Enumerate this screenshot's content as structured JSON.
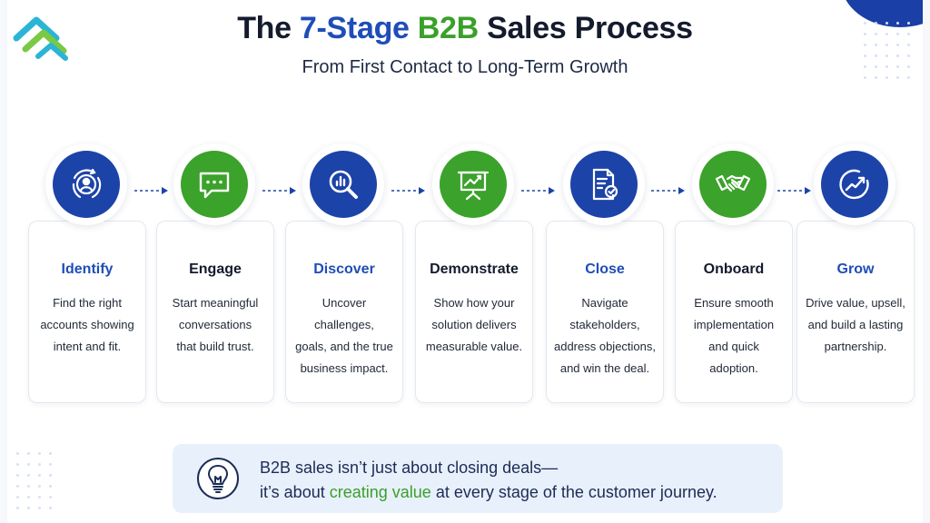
{
  "title": {
    "part1": "The ",
    "part2": "7-Stage",
    "part3": " ",
    "part4": "B2B",
    "part5": " Sales Process"
  },
  "subtitle": "From First Contact to Long-Term Growth",
  "colors": {
    "blue": "#1c43a8",
    "green": "#3ba22b",
    "title_blue": "#1f4db8",
    "title_green": "#3aa02a",
    "panel": "#e8f0fb"
  },
  "stages": [
    {
      "title": "Identify",
      "desc": [
        "Find the right",
        "accounts showing",
        "intent and fit."
      ],
      "icon": "target-user-icon",
      "accent": "blue"
    },
    {
      "title": "Engage",
      "desc": [
        "Start meaningful",
        "conversations",
        "that build trust."
      ],
      "icon": "chat-bubble-icon",
      "accent": "green"
    },
    {
      "title": "Discover",
      "desc": [
        "Uncover challenges,",
        "goals, and the true",
        "business impact."
      ],
      "icon": "magnifier-chart-icon",
      "accent": "blue"
    },
    {
      "title": "Demonstrate",
      "desc": [
        "Show how your",
        "solution delivers",
        "measurable value."
      ],
      "icon": "presentation-board-icon",
      "accent": "green"
    },
    {
      "title": "Close",
      "desc": [
        "Navigate",
        "stakeholders,",
        "address objections,",
        "and win the deal."
      ],
      "icon": "signed-document-icon",
      "accent": "blue"
    },
    {
      "title": "Onboard",
      "desc": [
        "Ensure smooth",
        "implementation",
        "and quick",
        "adoption."
      ],
      "icon": "handshake-icon",
      "accent": "green"
    },
    {
      "title": "Grow",
      "desc": [
        "Drive value, upsell,",
        "and build a lasting",
        "partnership."
      ],
      "icon": "growth-arrow-icon",
      "accent": "blue"
    }
  ],
  "quote": {
    "line1": "B2B sales isn’t just about closing deals—",
    "line2_a": "it’s about ",
    "line2_b": "creating value",
    "line2_c": " at every stage of the customer journey.",
    "icon": "lightbulb-icon"
  }
}
